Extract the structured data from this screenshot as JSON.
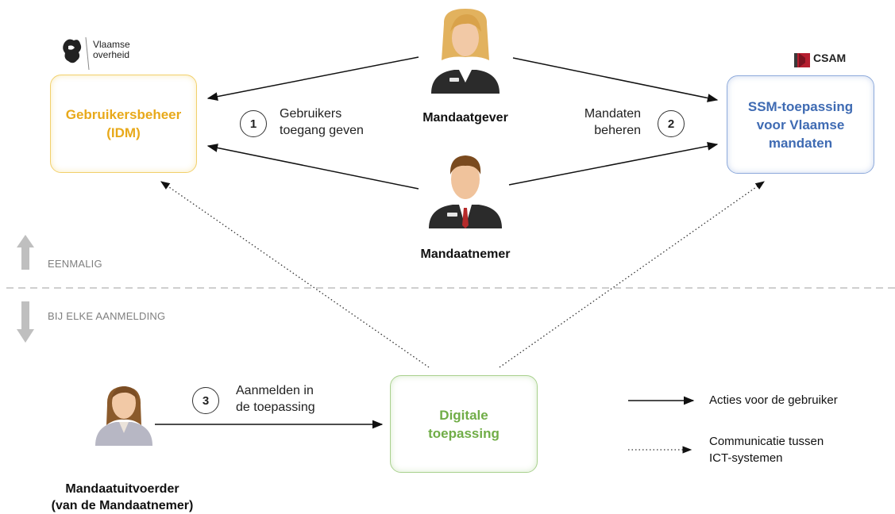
{
  "logos": {
    "vlaamse_overheid": {
      "line1": "Vlaamse",
      "line2": "overheid"
    },
    "csam": {
      "text": "CSAM"
    }
  },
  "boxes": {
    "idm": {
      "line1": "Gebruikersbeheer",
      "line2": "(IDM)"
    },
    "ssm": {
      "line1": "SSM-toepassing",
      "line2": "voor Vlaamse",
      "line3": "mandaten"
    },
    "digitale": {
      "line1": "Digitale",
      "line2": "toepassing"
    }
  },
  "people": {
    "mandaatgever": "Mandaatgever",
    "mandaatnemer": "Mandaatnemer",
    "uitvoerder": {
      "line1": "Mandaatuitvoerder",
      "line2": "(van de Mandaatnemer)"
    }
  },
  "steps": [
    {
      "number": "1",
      "line1": "Gebruikers",
      "line2": "toegang geven"
    },
    {
      "number": "2",
      "line1": "Mandaten",
      "line2": "beheren"
    },
    {
      "number": "3",
      "line1": "Aanmelden in",
      "line2": "de toepassing"
    }
  ],
  "phases": {
    "once": "EENMALIG",
    "each": "BIJ ELKE AANMELDING"
  },
  "legend": {
    "solid": "Acties voor de gebruiker",
    "dotted": {
      "line1": "Communicatie tussen",
      "line2": "ICT-systemen"
    }
  },
  "colors": {
    "idm": "#e8a91a",
    "ssm": "#3f6bb3",
    "digitale": "#70ad47",
    "phase_gray": "#7f7f7f"
  },
  "icons": [
    "vlaamse-leeuw-icon",
    "csam-flag-icon",
    "female-businessperson-icon",
    "male-businessperson-icon",
    "female-person-icon",
    "up-arrow-icon",
    "down-arrow-icon"
  ]
}
